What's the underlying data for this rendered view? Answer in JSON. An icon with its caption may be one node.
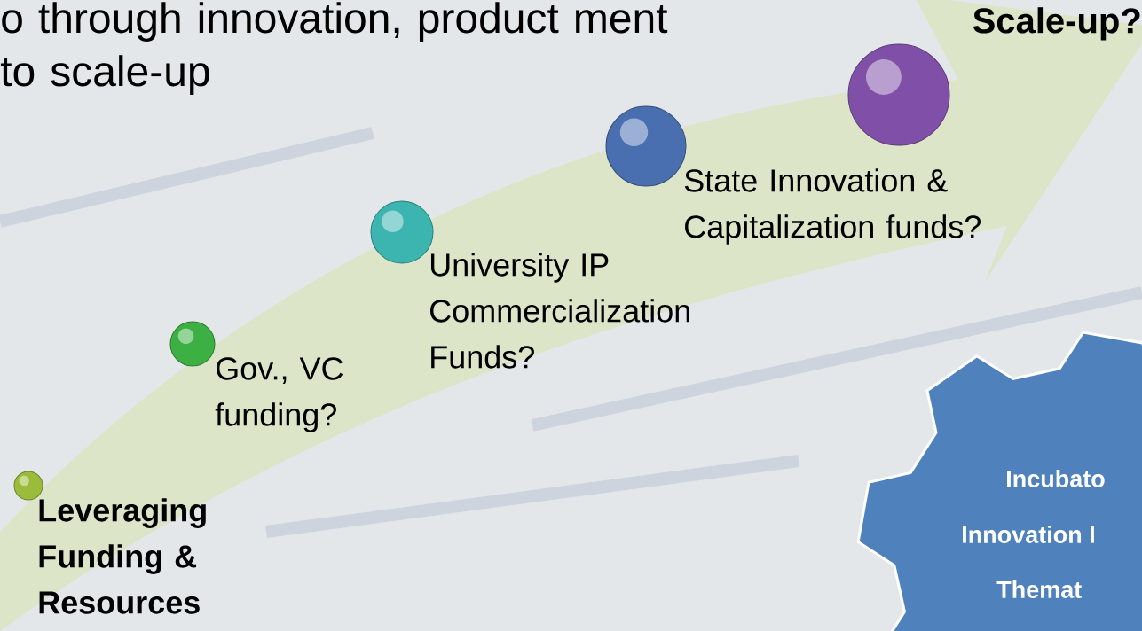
{
  "diagram": {
    "title": "o through innovation, product ment to scale-up",
    "nodes": [
      {
        "text": [],
        "shape": "circle",
        "beside": [
          "Leveraging Funding & Resources"
        ]
      },
      {
        "text": [],
        "shape": "circle",
        "beside": [
          "Gov., VC funding?"
        ]
      },
      {
        "text": [],
        "shape": "circle",
        "beside": [
          "University IP Commercialization Funds?"
        ]
      },
      {
        "text": [],
        "shape": "circle",
        "beside": [
          "State Innovation & Capitalization funds?"
        ]
      },
      {
        "text": [],
        "shape": "circle",
        "beside": [
          "Scale-up?"
        ]
      },
      {
        "text": [
          "Incubato",
          "Innovation I",
          "Themat"
        ]
      }
    ]
  }
}
